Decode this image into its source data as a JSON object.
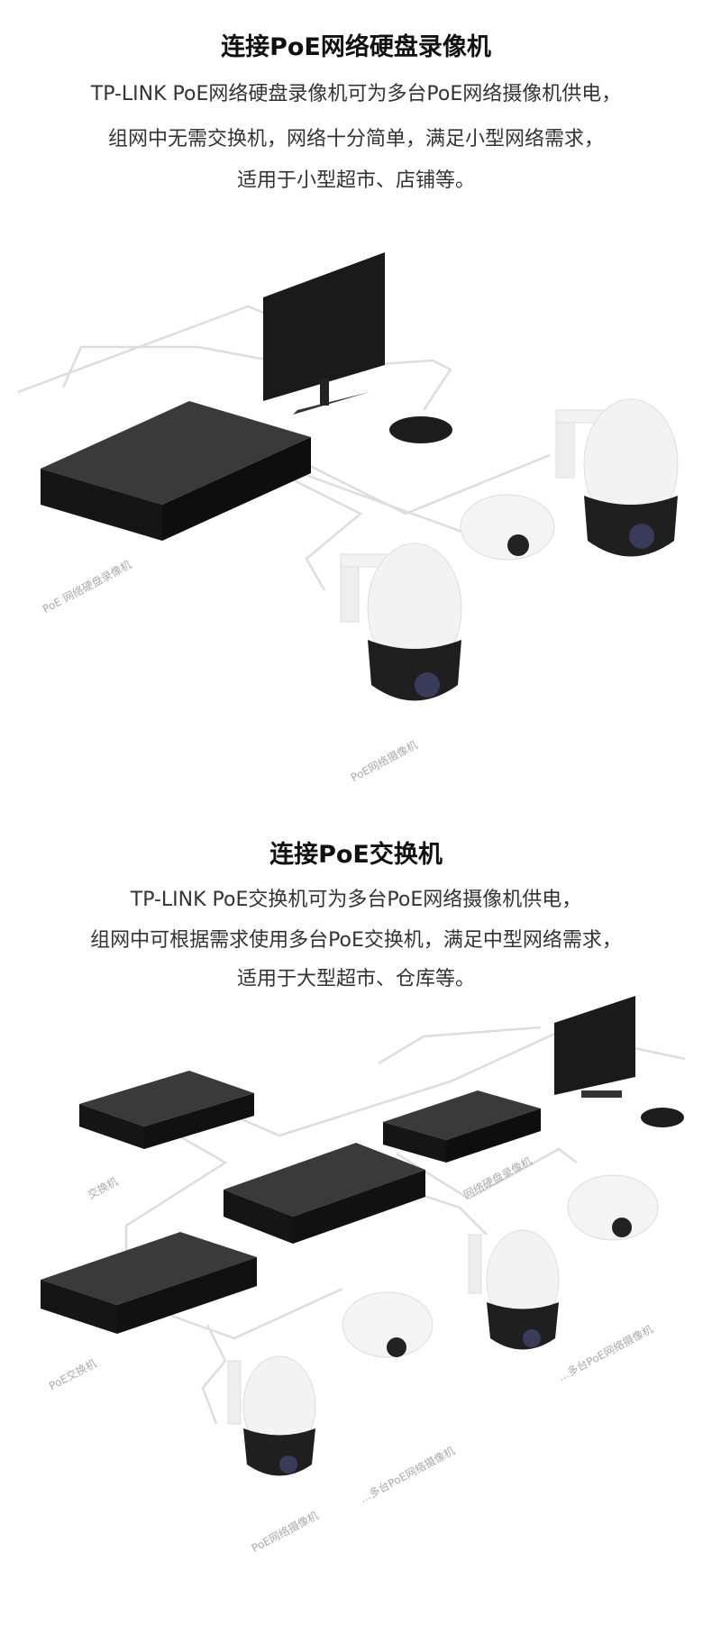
{
  "section1": {
    "title": "连接PoE网络硬盘录像机",
    "lines": [
      "TP-LINK PoE网络硬盘录像机可为多台PoE网络摄像机供电，",
      "组网中无需交换机，网络十分简单，满足小型网络需求，",
      "适用于小型超市、店铺等。"
    ],
    "labels": {
      "nvr": "PoE 网络硬盘录像机",
      "camera": "PoE网络摄像机"
    }
  },
  "section2": {
    "title": "连接PoE交换机",
    "lines": [
      "TP-LINK PoE交换机可为多台PoE网络摄像机供电，",
      "组网中可根据需求使用多台PoE交换机，满足中型网络需求，",
      "适用于大型超市、仓库等。"
    ],
    "labels": {
      "switch": "交换机",
      "nvr": "网络硬盘录像机",
      "poe_switch": "PoE交换机",
      "more_cameras_right": "...多台PoE网络摄像机",
      "more_cameras_center": "...多台PoE网络摄像机",
      "camera": "PoE网络摄像机"
    }
  },
  "brand": "TP-LINK"
}
